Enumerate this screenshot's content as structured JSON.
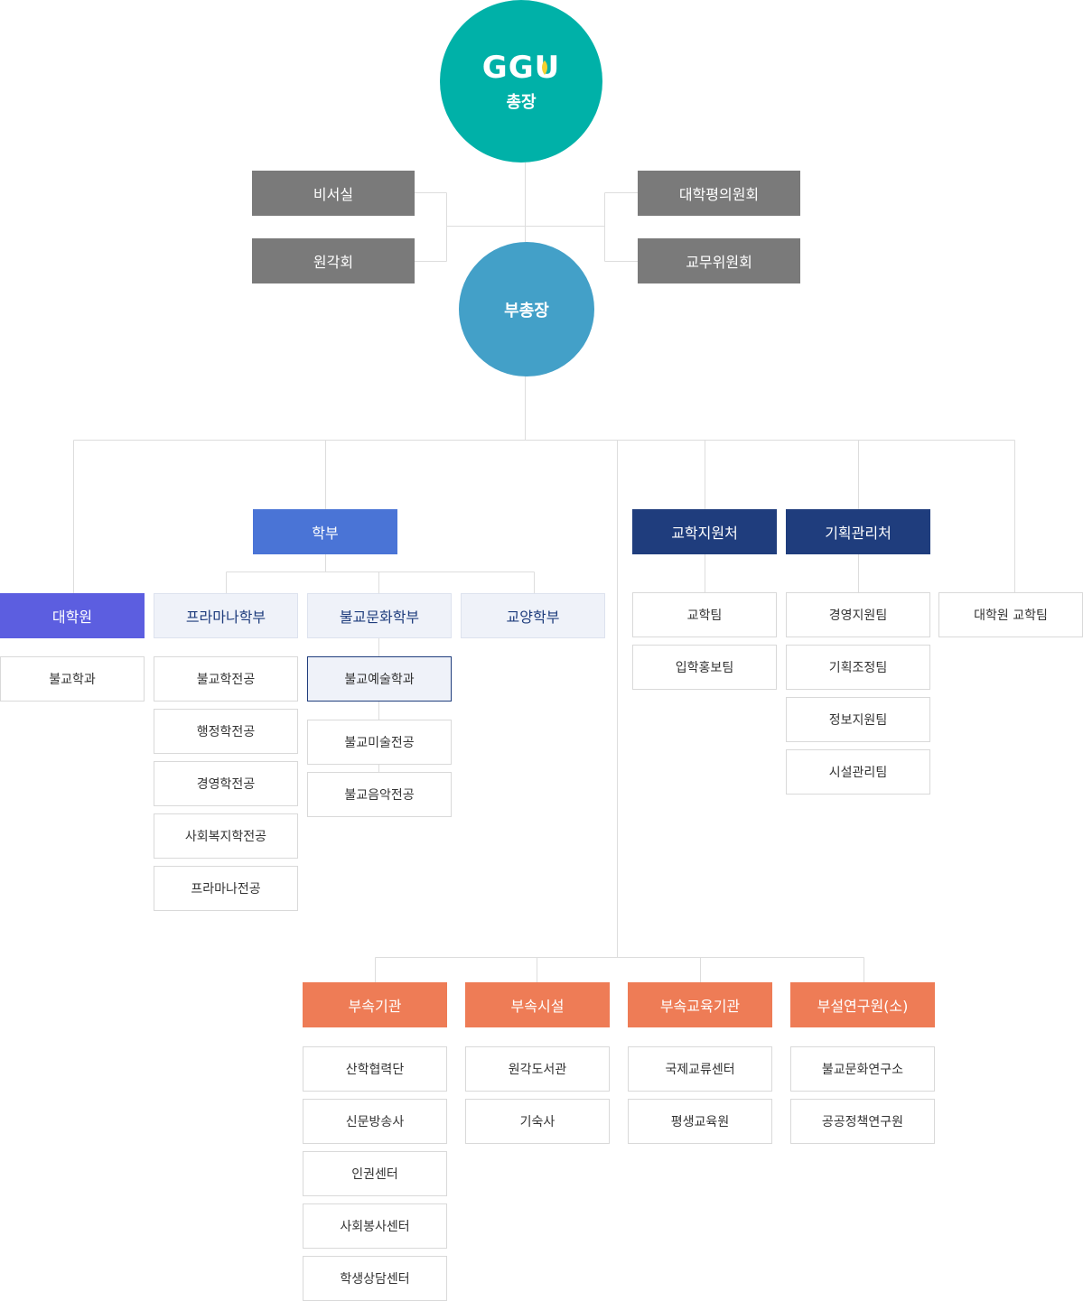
{
  "colors": {
    "president": "#00b1a8",
    "vice_president": "#43a0c8",
    "advisory": "#7a7a7a",
    "undergrad_root": "#4a74d6",
    "admin_office": "#1f3d7d",
    "graduate_school": "#5c5ee0",
    "faculty": "#eff2f9",
    "affiliated": "#ee7c56",
    "lines": "#dddddd"
  },
  "president": {
    "logo": "GGU",
    "logo_mark": "leaf-icon",
    "title": "총장"
  },
  "advisory_left": [
    "비서실",
    "원각회"
  ],
  "advisory_right": [
    "대학평의원회",
    "교무위원회"
  ],
  "vice_president": "부총장",
  "graduate_school": {
    "title": "대학원",
    "items": [
      "불교학과"
    ]
  },
  "undergrad": {
    "title": "학부",
    "faculties": [
      {
        "title": "프라마나학부",
        "items": [
          "불교학전공",
          "행정학전공",
          "경영학전공",
          "사회복지학전공",
          "프라마나전공"
        ]
      },
      {
        "title": "불교문화학부",
        "dept": "불교예술학과",
        "items": [
          "불교미술전공",
          "불교음악전공"
        ]
      },
      {
        "title": "교양학부",
        "items": []
      }
    ]
  },
  "academic_support": {
    "title": "교학지원처",
    "items": [
      "교학팀",
      "입학홍보팀"
    ]
  },
  "planning": {
    "title": "기획관리처",
    "items": [
      "경영지원팀",
      "기획조정팀",
      "정보지원팀",
      "시설관리팀"
    ]
  },
  "grad_team": "대학원 교학팀",
  "affiliated": [
    {
      "title": "부속기관",
      "items": [
        "산학협력단",
        "신문방송사",
        "인권센터",
        "사회봉사센터",
        "학생상담센터"
      ]
    },
    {
      "title": "부속시설",
      "items": [
        "원각도서관",
        "기숙사"
      ]
    },
    {
      "title": "부속교육기관",
      "items": [
        "국제교류센터",
        "평생교육원"
      ]
    },
    {
      "title": "부설연구원(소)",
      "items": [
        "불교문화연구소",
        "공공정책연구원"
      ]
    }
  ]
}
